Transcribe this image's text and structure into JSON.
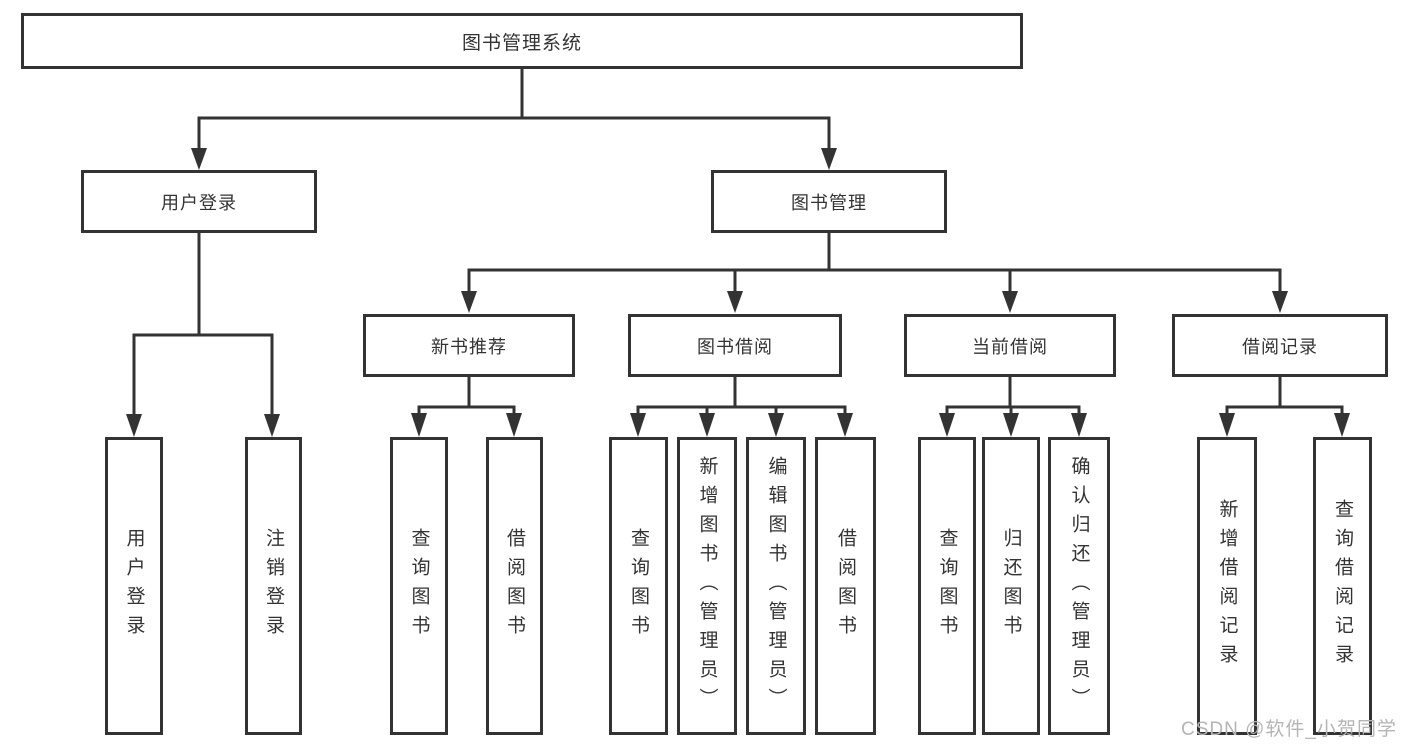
{
  "tree": {
    "root": "图书管理系统",
    "branches": [
      {
        "label": "用户登录",
        "children": [
          "用户登录",
          "注销登录"
        ]
      },
      {
        "label": "图书管理",
        "groups": [
          {
            "label": "新书推荐",
            "children": [
              "查询图书",
              "借阅图书"
            ]
          },
          {
            "label": "图书借阅",
            "children": [
              "查询图书",
              "新增图书（管理员）",
              "编辑图书（管理员）",
              "借阅图书"
            ]
          },
          {
            "label": "当前借阅",
            "children": [
              "查询图书",
              "归还图书",
              "确认归还（管理员）"
            ]
          },
          {
            "label": "借阅记录",
            "children": [
              "新增借阅记录",
              "查询借阅记录"
            ]
          }
        ]
      }
    ]
  },
  "watermark": "CSDN @软件_小贺同学",
  "colors": {
    "line": "#333333",
    "box_border": "#333333",
    "box_fill": "#ffffff",
    "text": "#333333",
    "watermark": "#b5b5b5"
  }
}
